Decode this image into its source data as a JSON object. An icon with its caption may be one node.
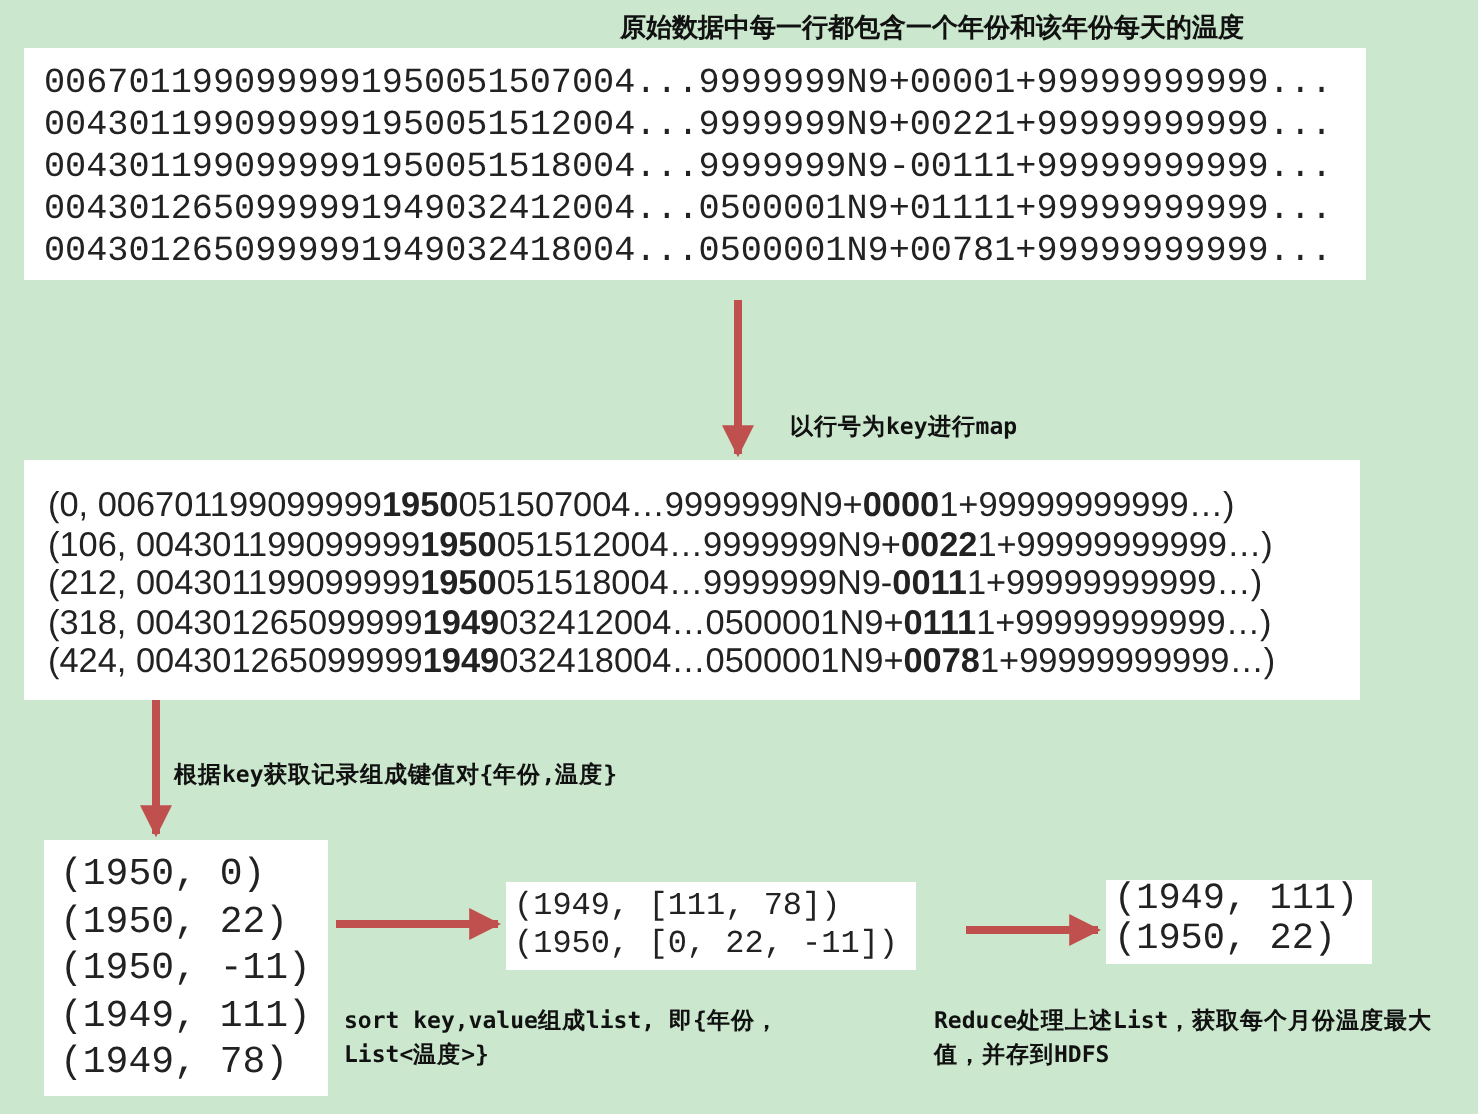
{
  "diagram": {
    "nodes": [
      {
        "text": [
          "原始数据中每一行都包含一个年份和该年份每天的温度",
          "0067011990999991950051507004...9999999N9+00001+99999999999...",
          "0043011990999991950051512004...9999999N9+00221+99999999999...",
          "0043011990999991950051518004...9999999N9-00111+99999999999...",
          "0043012650999991949032412004...0500001N9+01111+99999999999...",
          "0043012650999991949032418004...0500001N9+00781+99999999999..."
        ]
      },
      {
        "text": [
          "(0, 006701199099999**1950**051507004…9999999N9+**0000**1+99999999999…)",
          "(106, 004301199099999**1950**051512004…9999999N9+**0022**1+99999999999…)",
          "(212, 004301199099999**1950**051518004…9999999N9-**0011**1+99999999999…)",
          "(318, 004301265099999**1949**032412004…0500001N9+**0111**1+99999999999…)",
          "(424, 004301265099999**1949**032418004…0500001N9+**0078**1+99999999999…)"
        ]
      },
      {
        "text": [
          "(1950, 0)",
          "(1950, 22)",
          "(1950, -11)",
          "(1949, 111)",
          "(1949, 78)"
        ]
      },
      {
        "text": [
          "(1949, [111, 78])",
          "(1950, [0, 22, -11])"
        ]
      },
      {
        "text": [
          "(1949, 111)",
          "(1950, 22)"
        ]
      }
    ],
    "edges": [
      {
        "from": 0,
        "to": 1,
        "arrow": "to",
        "label": "以行号为key进行map"
      },
      {
        "from": 1,
        "to": 2,
        "arrow": "to",
        "label": "根据key获取记录组成键值对{年份,温度}"
      },
      {
        "from": 2,
        "to": 3,
        "arrow": "to",
        "label": "sort key,value组成list, 即{年份，List<温度>}"
      },
      {
        "from": 3,
        "to": 4,
        "arrow": "to",
        "label": "Reduce处理上述List，获取每个月份温度最大值，并存到HDFS"
      }
    ]
  }
}
